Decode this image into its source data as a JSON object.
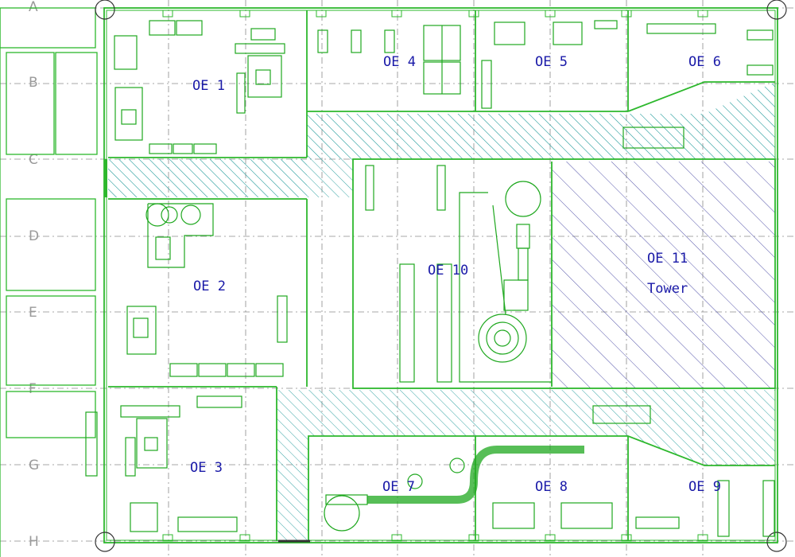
{
  "colors": {
    "wall": "#2db82d",
    "equipment": "#1fa81f",
    "hatch": "#3aa6a6",
    "tower_hatch": "#5555aa",
    "grid": "#8a8a8a",
    "row_label": "#9a9a9a",
    "zone_label": "#1a1aa8",
    "background": "#ffffff"
  },
  "row_labels": [
    "A",
    "B",
    "C",
    "D",
    "E",
    "F",
    "G",
    "H"
  ],
  "zones": [
    {
      "id": "oe1",
      "label": "OE 1"
    },
    {
      "id": "oe2",
      "label": "OE 2"
    },
    {
      "id": "oe3",
      "label": "OE 3"
    },
    {
      "id": "oe4",
      "label": "OE 4"
    },
    {
      "id": "oe5",
      "label": "OE 5"
    },
    {
      "id": "oe6",
      "label": "OE 6"
    },
    {
      "id": "oe7",
      "label": "OE 7"
    },
    {
      "id": "oe8",
      "label": "OE 8"
    },
    {
      "id": "oe9",
      "label": "OE 9"
    },
    {
      "id": "oe10",
      "label": "OE 10"
    },
    {
      "id": "oe11",
      "label": "OE 11",
      "sublabel": "Tower"
    }
  ]
}
